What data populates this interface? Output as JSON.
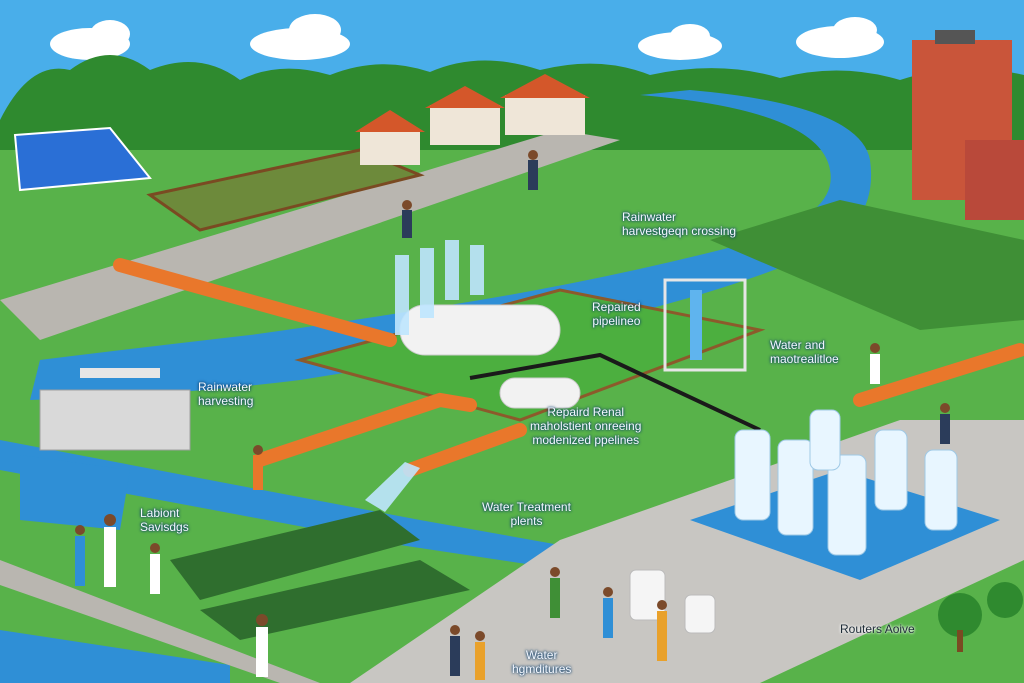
{
  "labels": {
    "rainwater_crossing": "Rainwater\nharvestgeqn crossing",
    "repaired_pipelines_top": "Repaired\npipelineo",
    "water_and_treatment": "Water and\nmaotrealitloe",
    "rainwater_harvesting": "Rainwater\nharvesting",
    "repaired_renal": "Repaird Renal\nmaholstient onreeing\nmodenized ppelines",
    "water_treatment_plants": "Water Treatment\nplents",
    "labiont_savings": "Labiont\nSavisdgs",
    "water_signatures": "Water\nhgmditures",
    "routers_active": "Routers Aoive"
  },
  "colors": {
    "sky": "#3aa6e8",
    "river": "#2f8fd6",
    "grass": "#4caf3f",
    "pipe": "#e9772b",
    "road": "#b9b6b0"
  }
}
